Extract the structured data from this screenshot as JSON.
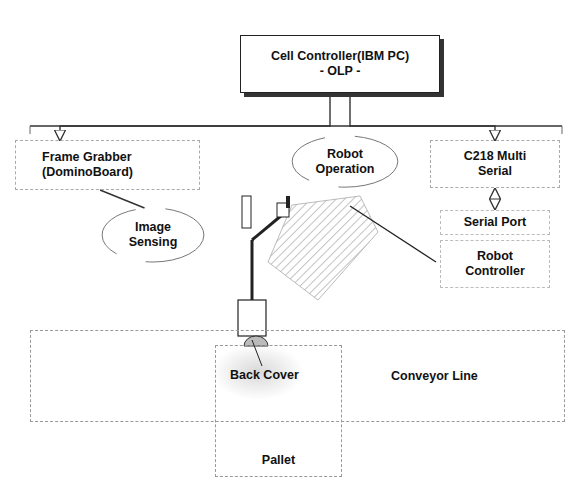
{
  "diagram": {
    "nodes": [
      {
        "text": [
          "Cell Controller(IBM PC)",
          "- OLP -"
        ]
      },
      {
        "text": [
          "Frame Grabber (DominoBoard)"
        ]
      },
      {
        "text": [
          "Robot Operation"
        ]
      },
      {
        "text": [
          "C218 Multi Serial"
        ]
      },
      {
        "text": [
          "Image Sensing"
        ]
      },
      {
        "text": [
          "Serial Port"
        ]
      },
      {
        "text": [
          "Robot Controller"
        ]
      },
      {
        "text": [
          "Conveyor Line"
        ]
      },
      {
        "text": [
          "Pallet"
        ]
      }
    ],
    "edges": [
      {
        "from": 0,
        "to": 1,
        "arrow": "to"
      },
      {
        "from": 0,
        "to": 3,
        "arrow": "to"
      },
      {
        "from": 3,
        "to": 5,
        "arrow": "both"
      },
      {
        "from": 1,
        "to": 4,
        "arrow": "none"
      }
    ],
    "labels": [
      "Back Cover"
    ]
  }
}
